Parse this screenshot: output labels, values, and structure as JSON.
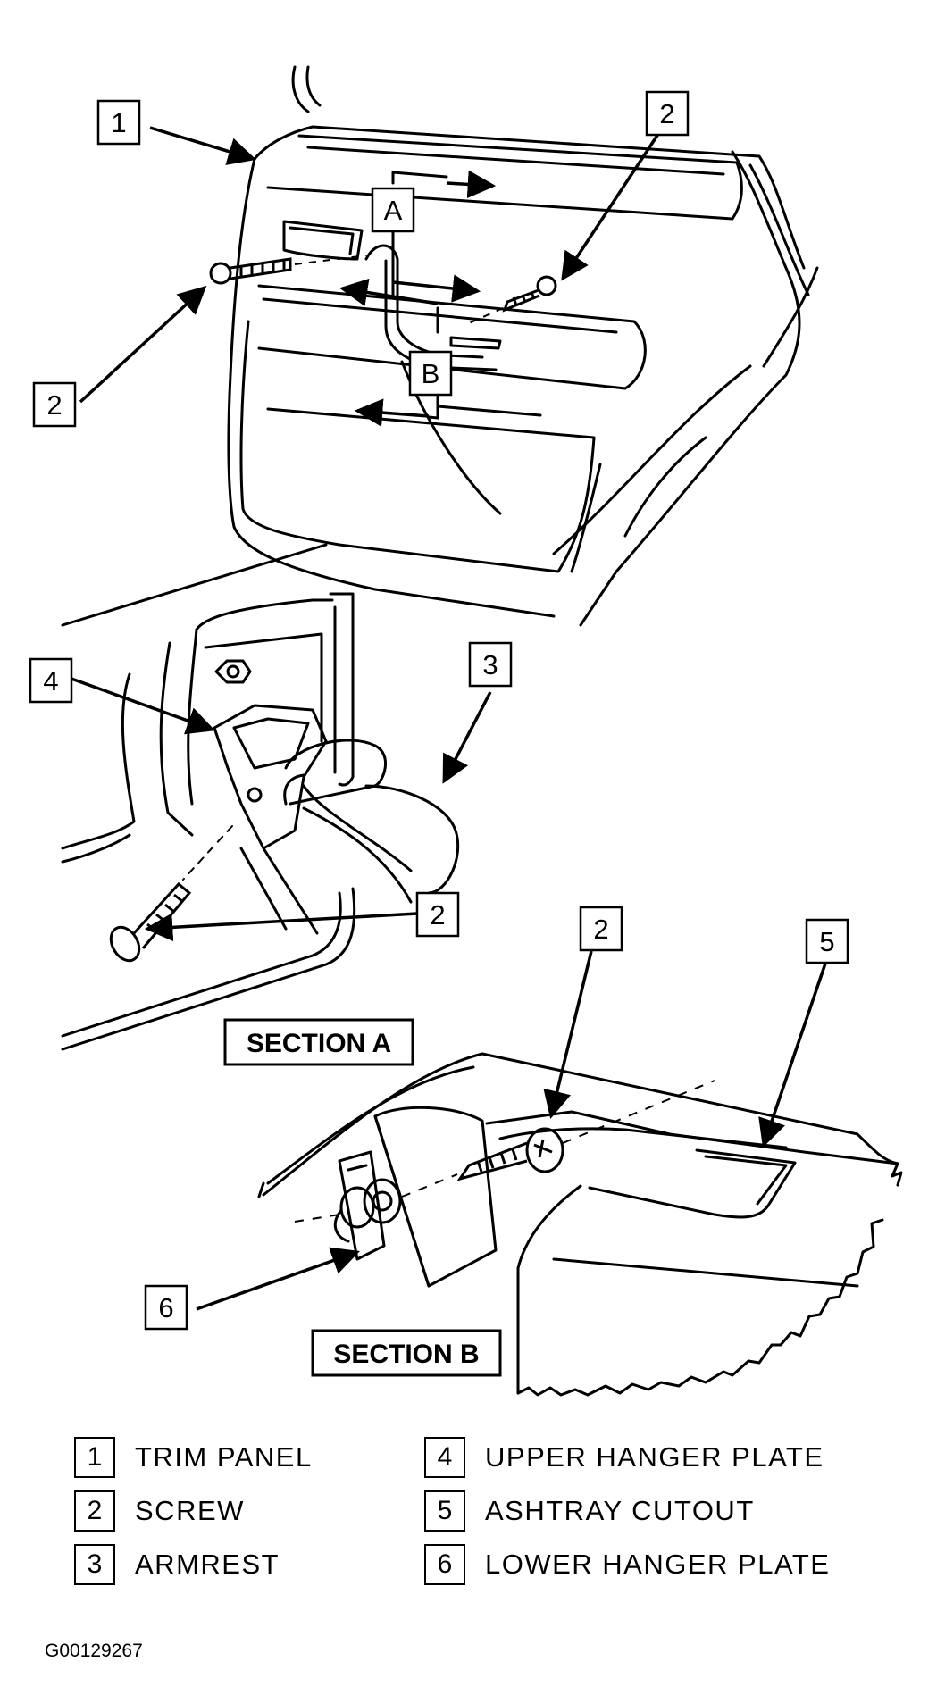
{
  "callouts": {
    "c1": "1",
    "c2a": "2",
    "c2b": "2",
    "cA": "A",
    "cB": "B",
    "c4": "4",
    "c3": "3",
    "c2c": "2",
    "c2d": "2",
    "c5": "5",
    "c6": "6"
  },
  "sections": {
    "a": "SECTION A",
    "b": "SECTION B"
  },
  "legend": [
    {
      "num": "1",
      "label": "TRIM PANEL"
    },
    {
      "num": "2",
      "label": "SCREW"
    },
    {
      "num": "3",
      "label": "ARMREST"
    },
    {
      "num": "4",
      "label": "UPPER HANGER PLATE"
    },
    {
      "num": "5",
      "label": "ASHTRAY CUTOUT"
    },
    {
      "num": "6",
      "label": "LOWER HANGER PLATE"
    }
  ],
  "figure_id": "G00129267"
}
